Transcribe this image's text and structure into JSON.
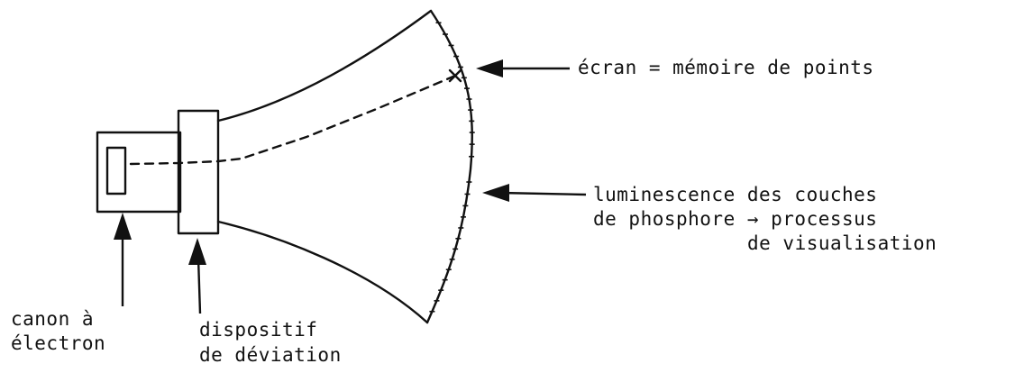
{
  "labels": {
    "screen": "écran = mémoire de points",
    "luminescence_line1": "luminescence des couches",
    "luminescence_line2": "de phosphore → processus",
    "luminescence_line3": "de visualisation",
    "gun_line1": "canon à",
    "gun_line2": "électron",
    "deviation_line1": "dispositif",
    "deviation_line2": "de déviation"
  },
  "colors": {
    "ink": "#111111",
    "background": "#ffffff"
  }
}
